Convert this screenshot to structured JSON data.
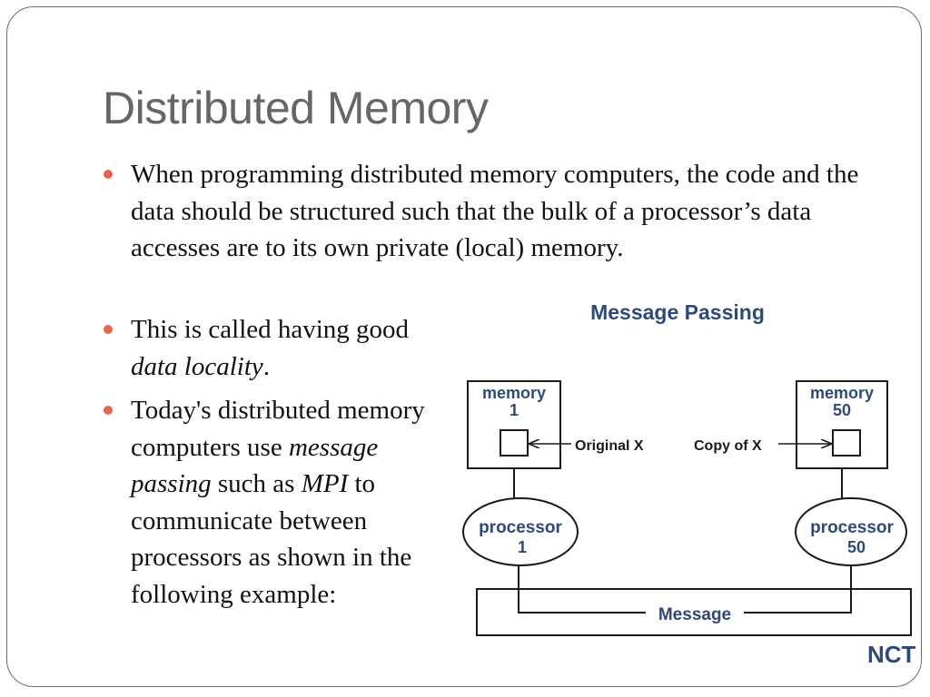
{
  "slide": {
    "title": "Distributed Memory",
    "bullets": {
      "b1": "When programming distributed memory computers, the code and the data should be structured such that the bulk of a processor’s data accesses are to its own private (local) memory.",
      "b2": {
        "text_before": "This is called having good ",
        "emphasis": "data locality",
        "text_after": "."
      },
      "b3": {
        "text_1": "Today's distributed memory computers use ",
        "emphasis_1": "message passing",
        "text_2": " such as ",
        "emphasis_2": "MPI",
        "text_3": " to communicate between processors as shown in the following example:"
      }
    },
    "accent_color": "#e86548",
    "title_color": "#666666"
  },
  "diagram": {
    "title": "Message Passing",
    "title_color": "#2e4a7c",
    "label_color": "#2e4a7c",
    "memory_left": {
      "line1": "memory",
      "line2": "1"
    },
    "memory_right": {
      "line1": "memory",
      "line2": "50"
    },
    "original_label": "Original X",
    "copy_label": "Copy of X",
    "processor_left": {
      "line1": "processor",
      "line2": "1"
    },
    "processor_right": {
      "line1": "processor",
      "line2": "50"
    },
    "message_label": "Message",
    "corner_fragment": "NCT"
  }
}
